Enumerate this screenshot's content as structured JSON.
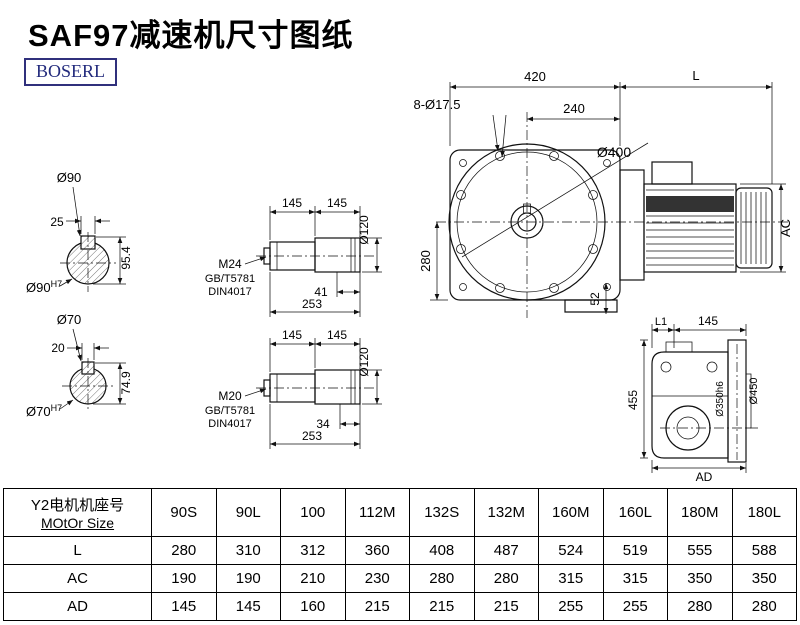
{
  "page": {
    "title": "SAF97减速机尺寸图纸",
    "brand": "BOSERL"
  },
  "dims": {
    "main": {
      "w420": "420",
      "L": "L",
      "holes": "8-Ø17.5",
      "w240": "240",
      "d400": "Ø400",
      "h280": "280",
      "h52": "52",
      "ac": "AC"
    },
    "side": {
      "l1": "L1",
      "w145": "145",
      "h455": "455",
      "d350": "Ø350h6",
      "d450": "Ø450",
      "ad": "AD"
    },
    "shaft1": {
      "seg1": "145",
      "seg2": "145",
      "dia": "Ø120",
      "thread": "M24",
      "std1": "GB/T5781",
      "std2": "DIN4017",
      "tlen": "41",
      "total": "253"
    },
    "shaft2": {
      "seg1": "145",
      "seg2": "145",
      "dia": "Ø120",
      "thread": "M20",
      "std1": "GB/T5781",
      "std2": "DIN4017",
      "tlen": "34",
      "total": "253"
    },
    "bore1": {
      "dia": "Ø90",
      "key": "25",
      "height": "95.4",
      "fit": "Ø90",
      "tol": "H7"
    },
    "bore2": {
      "dia": "Ø70",
      "key": "20",
      "height": "74.9",
      "fit": "Ø70",
      "tol": "H7"
    }
  },
  "table": {
    "header_cn": "Y2电机机座号",
    "header_en": "MOtOr Size",
    "columns": [
      "90S",
      "90L",
      "100",
      "112M",
      "132S",
      "132M",
      "160M",
      "160L",
      "180M",
      "180L"
    ],
    "rows": [
      {
        "label": "L",
        "values": [
          "280",
          "310",
          "312",
          "360",
          "408",
          "487",
          "524",
          "519",
          "555",
          "588"
        ]
      },
      {
        "label": "AC",
        "values": [
          "190",
          "190",
          "210",
          "230",
          "280",
          "280",
          "315",
          "315",
          "350",
          "350"
        ]
      },
      {
        "label": "AD",
        "values": [
          "145",
          "145",
          "160",
          "215",
          "215",
          "215",
          "255",
          "255",
          "280",
          "280"
        ]
      }
    ]
  }
}
